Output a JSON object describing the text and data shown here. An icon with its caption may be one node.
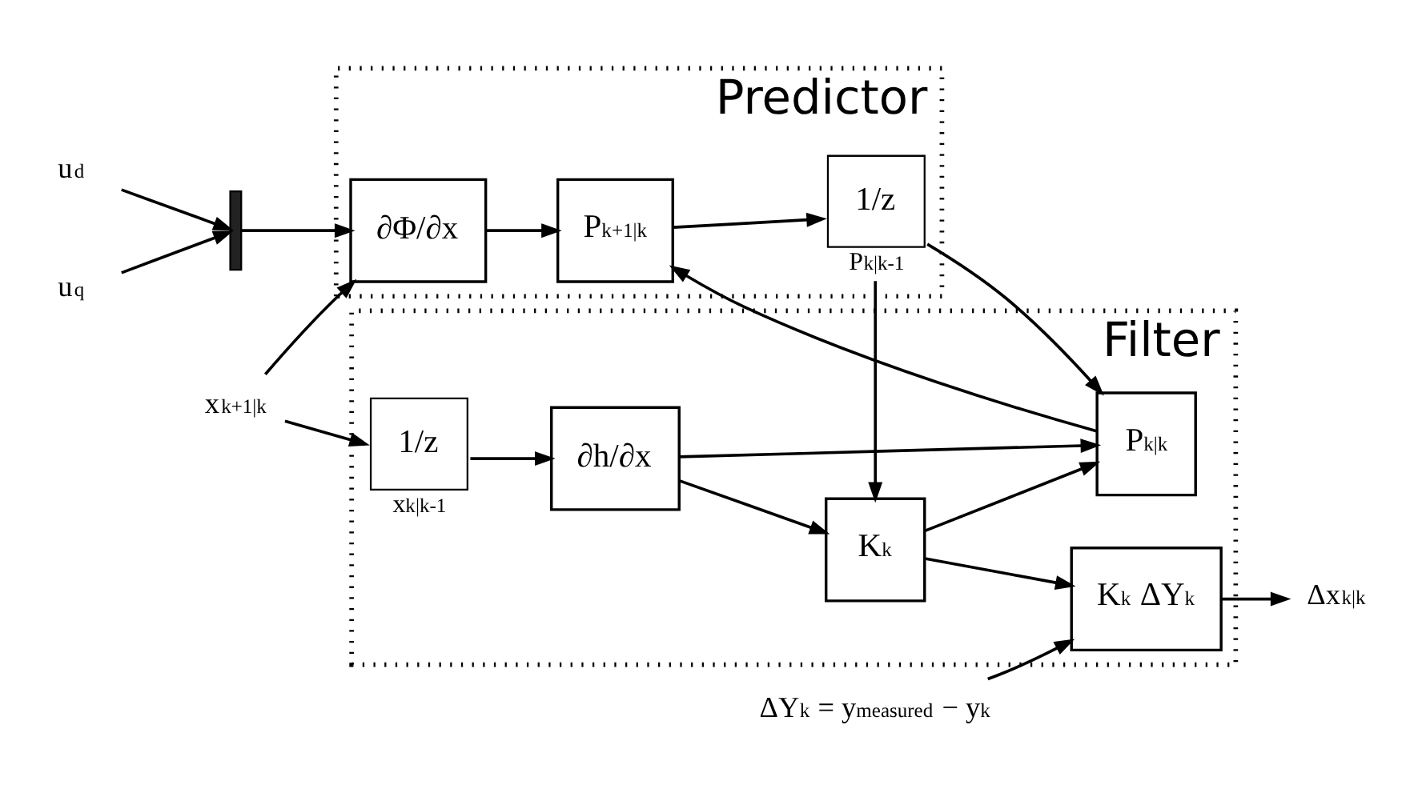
{
  "diagram": {
    "nodes": [
      {
        "text": [
          "u$_{d}$"
        ]
      },
      {
        "text": [
          "u$_{q}$"
        ]
      },
      {
        "text": [],
        "shape": "bar"
      },
      {
        "text": [
          "Predictor"
        ]
      },
      {
        "text": [
          "∂Φ/∂x"
        ],
        "in": 3
      },
      {
        "text": [
          "P$_{k+1|k}$"
        ],
        "in": 3
      },
      {
        "text": [
          "1/z"
        ],
        "in": 3,
        "beside": [
          "P$_{k|k-1}$"
        ]
      },
      {
        "text": [
          "Filter"
        ]
      },
      {
        "text": [
          "x$_{k+1|k}$"
        ]
      },
      {
        "text": [
          "1/z"
        ],
        "in": 7,
        "beside": [
          "x$_{k|k-1}$"
        ]
      },
      {
        "text": [
          "∂h/∂x"
        ],
        "in": 7
      },
      {
        "text": [
          "P$_{k|k}$"
        ],
        "in": 7
      },
      {
        "text": [
          "K$_{k}$"
        ],
        "in": 7
      },
      {
        "text": [
          "K$_{k}$ ΔY$_{k}$"
        ],
        "in": 7
      },
      {
        "text": [
          "Δx$_{k|k}$"
        ]
      },
      {
        "text": [
          "ΔY$_{k}$ = y$_{measured}$ − y$_{k}$"
        ]
      }
    ],
    "edges": [
      {
        "from": 0,
        "to": 2,
        "arrow": "to"
      },
      {
        "from": 1,
        "to": 2,
        "arrow": "to"
      },
      {
        "from": 2,
        "to": 4,
        "arrow": "to"
      },
      {
        "from": 8,
        "to": 4,
        "arrow": "to"
      },
      {
        "from": 4,
        "to": 5,
        "arrow": "to"
      },
      {
        "from": 5,
        "to": 6,
        "arrow": "to"
      },
      {
        "from": 8,
        "to": 9,
        "arrow": "to"
      },
      {
        "from": 9,
        "to": 10,
        "arrow": "to"
      },
      {
        "from": 10,
        "to": 11,
        "arrow": "to"
      },
      {
        "from": 10,
        "to": 12,
        "arrow": "to"
      },
      {
        "from": 6,
        "to": 12,
        "arrow": "to"
      },
      {
        "from": 6,
        "to": 11,
        "arrow": "to"
      },
      {
        "from": 12,
        "to": 11,
        "arrow": "to"
      },
      {
        "from": 11,
        "to": 5,
        "arrow": "to"
      },
      {
        "from": 12,
        "to": 13,
        "arrow": "to"
      },
      {
        "from": 15,
        "to": 13,
        "arrow": "to"
      },
      {
        "from": 13,
        "to": 14,
        "arrow": "to"
      }
    ]
  }
}
